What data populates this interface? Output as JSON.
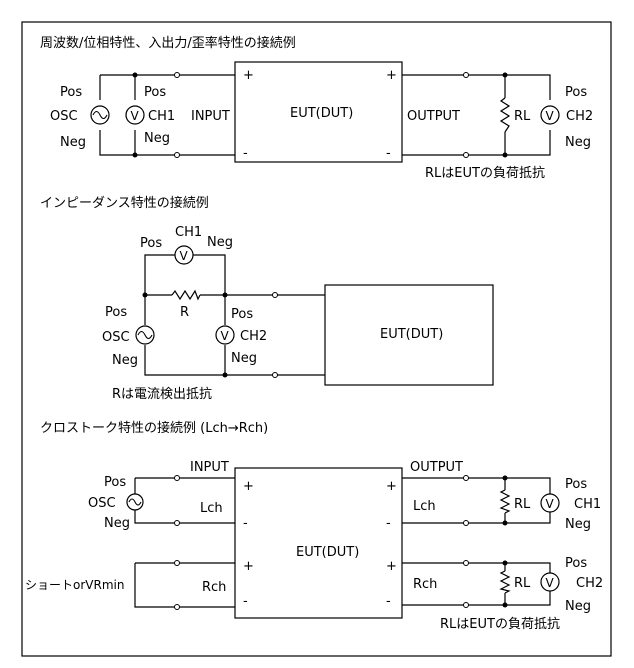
{
  "sections": {
    "s1_title": "周波数/位相特性、入出力/歪率特性の接続例",
    "s2_title": "インピーダンス特性の接続例",
    "s3_title": "クロストーク特性の接続例 (Lch→Rch)"
  },
  "labels": {
    "pos": "Pos",
    "neg": "Neg",
    "osc": "OSC",
    "ch1": "CH1",
    "ch2": "CH2",
    "input": "INPUT",
    "output": "OUTPUT",
    "eut": "EUT(DUT)",
    "rl": "RL",
    "r": "R",
    "plus": "+",
    "minus": "-",
    "v": "V",
    "lch": "Lch",
    "rch": "Rch",
    "rl_note": "RLはEUTの負荷抵抗",
    "r_note": "Rは電流検出抵抗",
    "short_note": "ショートorVRmin"
  }
}
